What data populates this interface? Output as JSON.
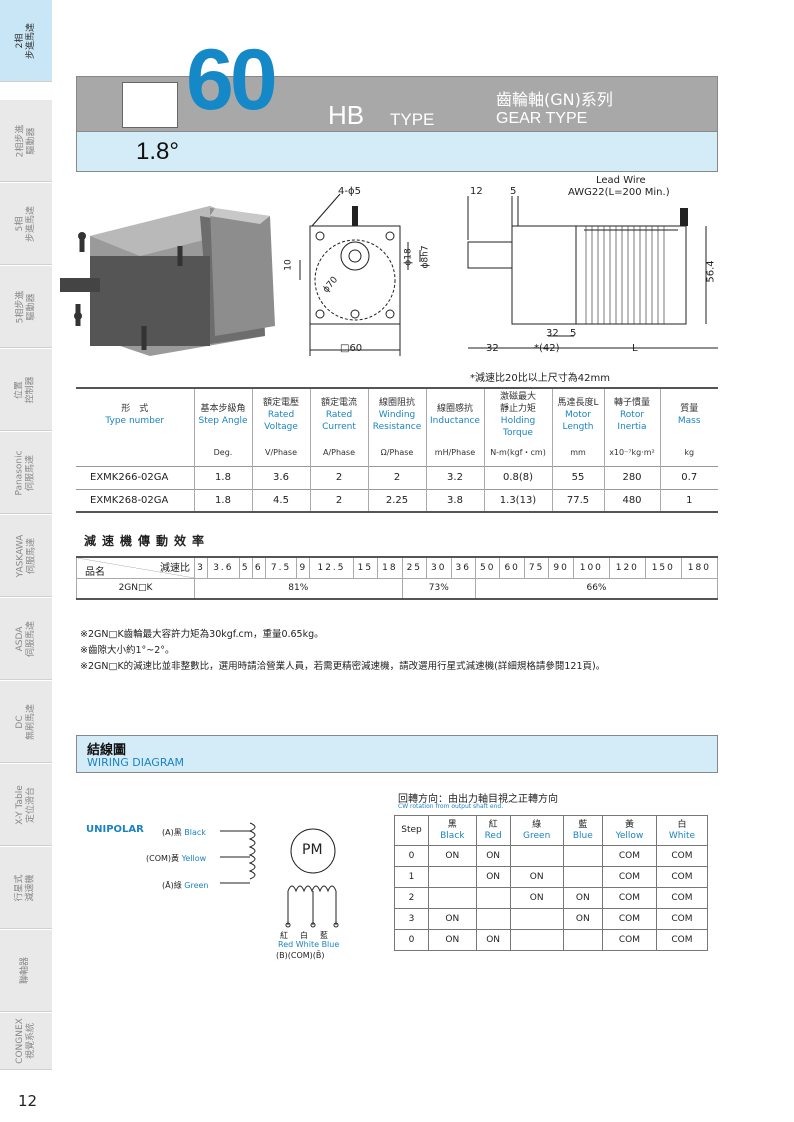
{
  "sidebar": {
    "tabs": [
      {
        "label": "2相\n步進馬達",
        "active": true
      },
      {
        "label": "2相步進\n驅動器",
        "active": false
      },
      {
        "label": "5相\n步進馬達",
        "active": false
      },
      {
        "label": "5相步進\n驅動器",
        "active": false
      },
      {
        "label": "位置\n控制器",
        "active": false
      },
      {
        "label": "Panasonic\n伺服馬達",
        "active": false
      },
      {
        "label": "YASKAWA\n伺服馬達",
        "active": false
      },
      {
        "label": "ASDA\n伺服馬達",
        "active": false
      },
      {
        "label": "DC\n無刷馬達",
        "active": false
      },
      {
        "label": "X-Y Table\n定位滑台",
        "active": false
      },
      {
        "label": "行星式\n減速機",
        "active": false
      },
      {
        "label": "聯軸器",
        "active": false
      },
      {
        "label": "CONGNEX\n視覺系統",
        "active": false
      }
    ],
    "page_number": "12"
  },
  "header": {
    "size": "60",
    "hb": "HB",
    "type": "TYPE",
    "series_cn": "齒輪軸(GN)系列",
    "series_en": "GEAR TYPE",
    "step_angle": "1.8°"
  },
  "drawing": {
    "front": {
      "holes": "4-ϕ5",
      "dim10": "10",
      "dia70": "ϕ70",
      "dia18": "ϕ18",
      "shaft": "ϕ8h7",
      "square": "□60"
    },
    "side": {
      "d12": "12",
      "d5": "5",
      "lead1": "Lead Wire",
      "lead2": "AWG22(L=200 Min.)",
      "h56": "56.4",
      "d32a": "32",
      "d5b": "5",
      "d32b": "32",
      "d42": "*(42)",
      "L": "L"
    },
    "note": "*減速比20比以上尺寸為42mm"
  },
  "spec_table": {
    "headers": [
      {
        "cn": "形　式",
        "en": "Type number"
      },
      {
        "cn": "基本步級角",
        "en": "Step Angle"
      },
      {
        "cn": "額定電壓",
        "en": "Rated\nVoltage"
      },
      {
        "cn": "額定電流",
        "en": "Rated\nCurrent"
      },
      {
        "cn": "線圈阻抗",
        "en": "Winding\nResistance"
      },
      {
        "cn": "線圈感抗",
        "en": "Inductance"
      },
      {
        "cn": "激磁最大\n靜止力矩",
        "en": "Holding Torque"
      },
      {
        "cn": "馬達長度L",
        "en": "Motor\nLength"
      },
      {
        "cn": "轉子慣量",
        "en": "Rotor\nInertia"
      },
      {
        "cn": "質量",
        "en": "Mass"
      }
    ],
    "units": [
      "",
      "Deg.",
      "V/Phase",
      "A/Phase",
      "Ω/Phase",
      "mH/Phase",
      "N-m(kgf・cm)",
      "mm",
      "x10⁻⁷kg·m²",
      "kg"
    ],
    "rows": [
      [
        "EXMK266-02GA",
        "1.8",
        "3.6",
        "2",
        "2",
        "3.2",
        "0.8(8)",
        "55",
        "280",
        "0.7"
      ],
      [
        "EXMK268-02GA",
        "1.8",
        "4.5",
        "2",
        "2.25",
        "3.8",
        "1.3(13)",
        "77.5",
        "480",
        "1"
      ]
    ]
  },
  "ratio_section": {
    "title": "減速機傳動效率",
    "corner_top": "減速比",
    "corner_bottom": "品名",
    "ratios": [
      "3",
      "3.6",
      "5",
      "6",
      "7.5",
      "9",
      "12.5",
      "15",
      "18",
      "25",
      "30",
      "36",
      "50",
      "60",
      "75",
      "90",
      "100",
      "120",
      "150",
      "180"
    ],
    "model": "2GN□K",
    "eff1": "81%",
    "eff2": "73%",
    "eff3": "66%"
  },
  "notes": [
    "※2GN□K齒輪最大容許力矩為30kgf.cm，重量0.65kg。",
    "※齒隙大小約1°~2°。",
    "※2GN□K的減速比並非整數比，選用時請洽營業人員，若需更精密減速機，請改選用行星式減速機(詳細規格請參閱121頁)。"
  ],
  "wiring": {
    "title_cn": "結線圖",
    "title_en": "WIRING DIAGRAM",
    "mode": "UNIPOLAR",
    "leads": [
      {
        "code": "(A)黑",
        "color": "Black"
      },
      {
        "code": "(COM)黃",
        "color": "Yellow"
      },
      {
        "code": "(Ā)綠",
        "color": "Green"
      }
    ],
    "motor": "PM",
    "bottom_cn": [
      "紅",
      "白",
      "藍"
    ],
    "bottom_en": [
      "Red",
      "White",
      "Blue"
    ],
    "bottom_code": "(B)(COM)(B̄)",
    "direction_cn": "回轉方向：由出力軸目視之正轉方向",
    "direction_en": "CW rotation from output shaft end.",
    "seq_header": [
      {
        "cn": "Step",
        "en": ""
      },
      {
        "cn": "黑",
        "en": "Black"
      },
      {
        "cn": "紅",
        "en": "Red"
      },
      {
        "cn": "綠",
        "en": "Green"
      },
      {
        "cn": "藍",
        "en": "Blue"
      },
      {
        "cn": "黃",
        "en": "Yellow"
      },
      {
        "cn": "白",
        "en": "White"
      }
    ],
    "seq_rows": [
      [
        "0",
        "ON",
        "ON",
        "",
        "",
        "COM",
        "COM"
      ],
      [
        "1",
        "",
        "ON",
        "ON",
        "",
        "COM",
        "COM"
      ],
      [
        "2",
        "",
        "",
        "ON",
        "ON",
        "COM",
        "COM"
      ],
      [
        "3",
        "ON",
        "",
        "",
        "ON",
        "COM",
        "COM"
      ],
      [
        "0",
        "ON",
        "ON",
        "",
        "",
        "COM",
        "COM"
      ]
    ]
  }
}
